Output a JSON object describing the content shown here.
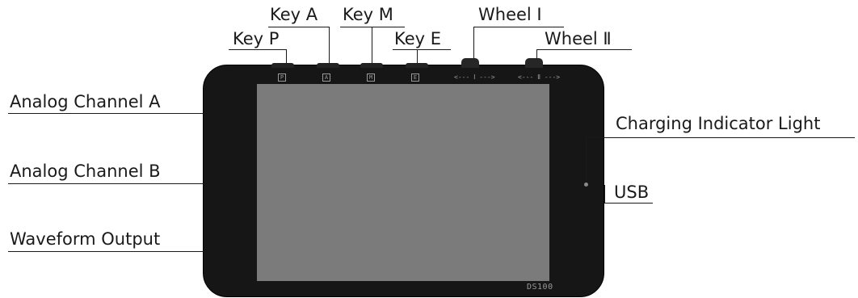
{
  "labels": {
    "key_p": "Key P",
    "key_a": "Key A",
    "key_m": "Key M",
    "key_e": "Key E",
    "wheel_1": "Wheel Ⅰ",
    "wheel_2": "Wheel Ⅱ",
    "analog_a": "Analog Channel A",
    "analog_b": "Analog Channel B",
    "waveform": "Waveform Output",
    "charging": "Charging Indicator Light",
    "usb": "USB"
  },
  "device": {
    "model": "DS100",
    "button_marks": {
      "p": "P",
      "a": "A",
      "m": "M",
      "e": "E"
    },
    "wheel_marks": {
      "w1": "<--- Ⅰ --->",
      "w2": "<--- Ⅱ --->"
    }
  }
}
